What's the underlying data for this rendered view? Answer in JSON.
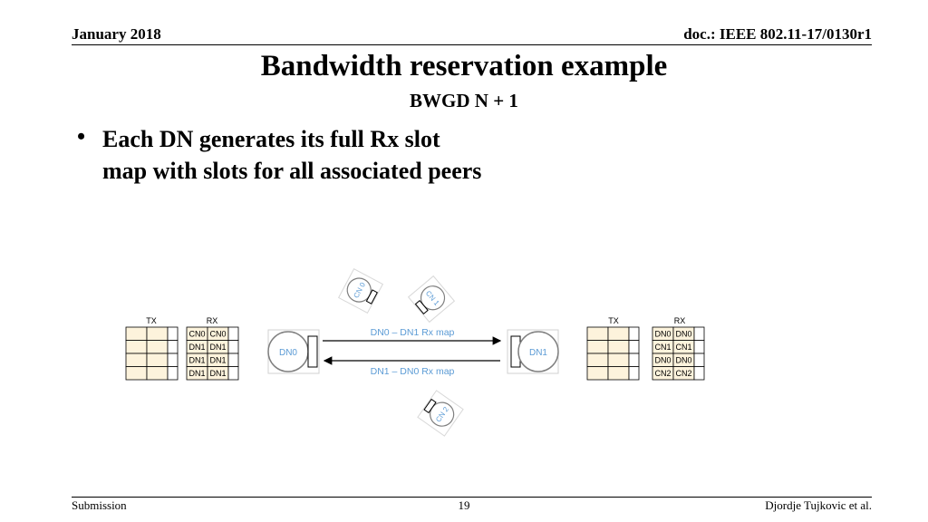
{
  "header": {
    "date": "January 2018",
    "doc_id": "doc.: IEEE 802.11-17/0130r1"
  },
  "slide": {
    "title": "Bandwidth reservation example",
    "subtitle": "BWGD N + 1",
    "bullet": "Each DN generates its full Rx slot map with slots for all associated peers"
  },
  "diagram": {
    "left_table": {
      "tx_label": "TX",
      "rx_label": "RX",
      "rx_rows": [
        [
          "CN0",
          "CN0"
        ],
        [
          "DN1",
          "DN1"
        ],
        [
          "DN1",
          "DN1"
        ],
        [
          "DN1",
          "DN1"
        ]
      ]
    },
    "right_table": {
      "tx_label": "TX",
      "rx_label": "RX",
      "rx_rows": [
        [
          "DN0",
          "DN0"
        ],
        [
          "CN1",
          "CN1"
        ],
        [
          "DN0",
          "DN0"
        ],
        [
          "CN2",
          "CN2"
        ]
      ]
    },
    "nodes": {
      "dn0": "DN0",
      "dn1": "DN1",
      "cn0": "CN 0",
      "cn1": "CN 1",
      "cn2": "CN 2"
    },
    "arrows": {
      "top": "DN0 – DN1 Rx map",
      "bottom": "DN1 – DN0 Rx map"
    },
    "colors": {
      "cell_fill": "#fdf3dc",
      "label_blue": "#5b9bd5",
      "node_border": "#7f7f7f"
    }
  },
  "footer": {
    "left": "Submission",
    "page": "19",
    "author": "Djordje Tujkovic et al."
  }
}
